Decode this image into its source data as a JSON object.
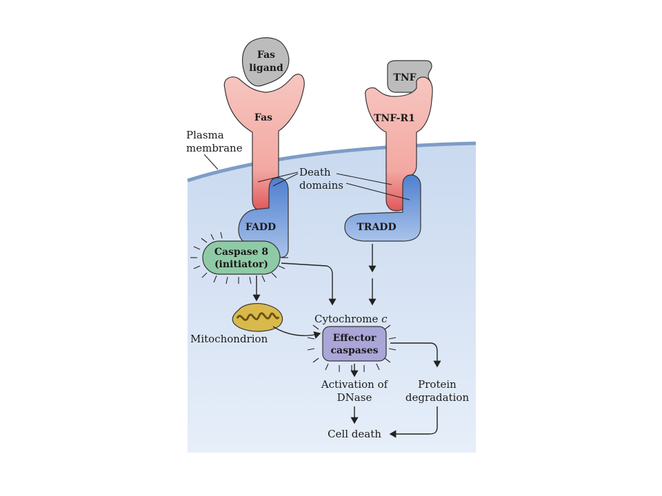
{
  "labels": {
    "fas_ligand_1": "Fas",
    "fas_ligand_2": "ligand",
    "fas": "Fas",
    "tnf": "TNF",
    "tnf_r1": "TNF-R1",
    "plasma_1": "Plasma",
    "plasma_2": "membrane",
    "death_1": "Death",
    "death_2": "domains",
    "fadd": "FADD",
    "tradd": "TRADD",
    "caspase_1": "Caspase 8",
    "caspase_2": "(initiator)",
    "mitochondrion": "Mitochondrion",
    "cytochrome": "Cytochrome",
    "cytochrome_c": "c",
    "effector_1": "Effector",
    "effector_2": "caspases",
    "dnase_1": "Activation of",
    "dnase_2": "DNase",
    "protein_1": "Protein",
    "protein_2": "degradation",
    "cell_death": "Cell death"
  },
  "colors": {
    "cell_fill": "#d6e3f3",
    "membrane": "#7f9cc7",
    "receptor": "#f5b8b2",
    "adaptor": "#6e98d6",
    "ligand": "#b9b9b9",
    "caspase8": "#8fcaa6",
    "effector": "#aaa6d8",
    "mito": "#d9b94c"
  }
}
